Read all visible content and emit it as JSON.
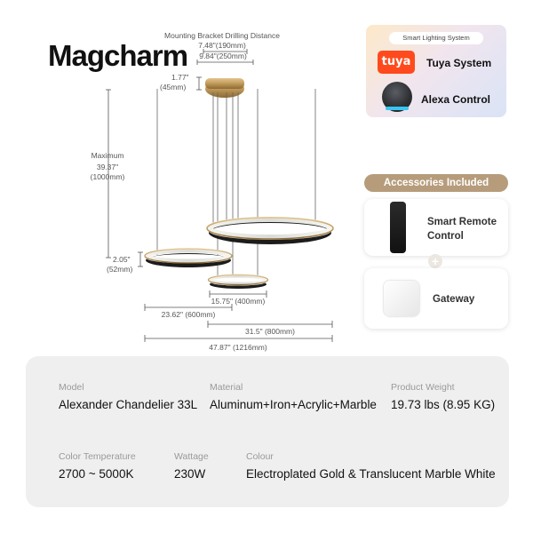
{
  "brand": "Magcharm",
  "dimensions": {
    "bracket_title": "Mounting Bracket Drilling Distance",
    "bracket_inner": "7.48\"(190mm)",
    "bracket_outer": "9.84\"(250mm)",
    "canopy_height_in": "1.77\"",
    "canopy_height_mm": "(45mm)",
    "max_label": "Maximum",
    "max_in": "39.37\"",
    "max_mm": "(1000mm)",
    "ring_height_in": "2.05\"",
    "ring_height_mm": "(52mm)",
    "d_small": "15.75\" (400mm)",
    "d_medium": "23.62\" (600mm)",
    "d_large": "31.5\" (800mm)",
    "d_total": "47.87\" (1216mm)"
  },
  "smart": {
    "title": "Smart Lighting System",
    "tuya_logo_text": "tuya",
    "tuya_label": "Tuya System",
    "alexa_label": "Alexa Control"
  },
  "accessories": {
    "title": "Accessories Included",
    "remote_line1": "Smart Remote",
    "remote_line2": "Control",
    "gateway_label": "Gateway",
    "plus": "+"
  },
  "specs": {
    "model_key": "Model",
    "model_val": "Alexander Chandelier 33L",
    "material_key": "Material",
    "material_val": "Aluminum+Iron+Acrylic+Marble",
    "weight_key": "Product Weight",
    "weight_val": "19.73 lbs (8.95 KG)",
    "temp_key": "Color Temperature",
    "temp_val": "2700 ~ 5000K",
    "wattage_key": "Wattage",
    "wattage_val": "230W",
    "colour_key": "Colour",
    "colour_val": "Electroplated Gold & Translucent Marble White"
  },
  "colors": {
    "gold": "#c8a46a",
    "ring_black": "#2a2a2a",
    "accent_tan": "#b69c7b",
    "tuya": "#ff4a1d",
    "echo_ring": "#37c6f4"
  }
}
